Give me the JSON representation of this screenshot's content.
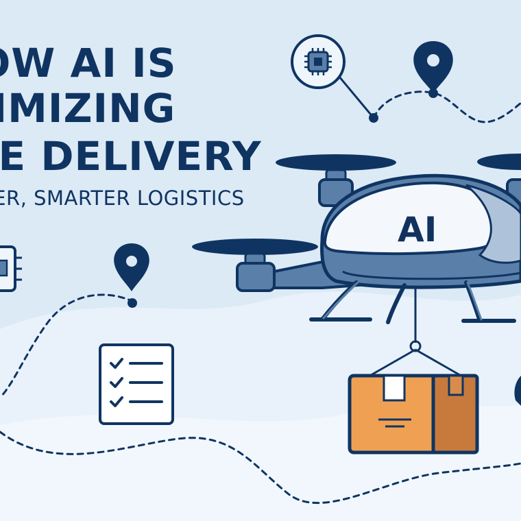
{
  "headline": {
    "line1": "OW AI IS",
    "line2": "TIMIZING",
    "line3": "NE DELIVERY"
  },
  "subtitle": "TER, SMARTER LOGISTICS",
  "drone": {
    "label": "AI"
  },
  "icons": [
    "chip-icon",
    "location-pin-icon",
    "checklist-icon",
    "package-icon",
    "drone-icon"
  ],
  "colors": {
    "background": "#dceaf6",
    "navy": "#0f3462",
    "drone_body": "#5a7fa8",
    "box_orange": "#f0a052",
    "box_dark": "#c87a3c"
  }
}
